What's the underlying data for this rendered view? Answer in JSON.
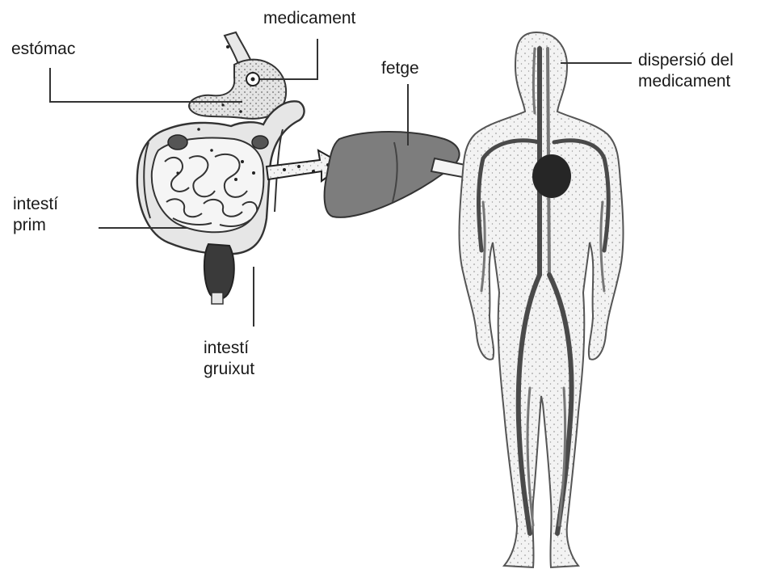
{
  "labels": {
    "stomach": "estómac",
    "drug": "medicament",
    "liver": "fetge",
    "dispersion_line1": "dispersió del",
    "dispersion_line2": "medicament",
    "small_intestine_line1": "intestí",
    "small_intestine_line2": "prim",
    "large_intestine_line1": "intestí",
    "large_intestine_line2": "gruixut"
  },
  "colors": {
    "line": "#2b2b2b",
    "organ_fill": "#d9d9d9",
    "liver_fill": "#7a7a7a",
    "heart_fill": "#262626",
    "vessel": "#4a4a4a",
    "body_fill": "#efefef"
  }
}
